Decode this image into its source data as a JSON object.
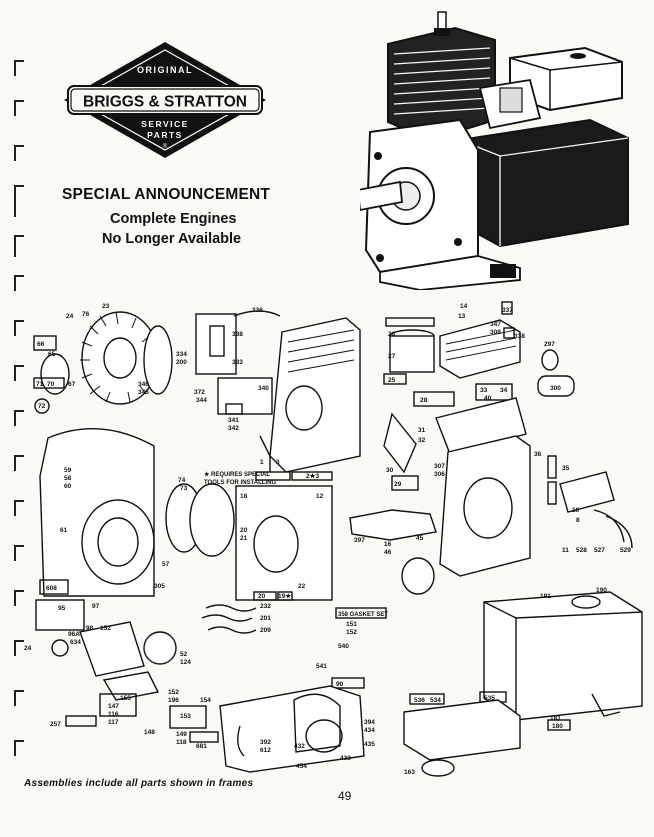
{
  "logo": {
    "top_text": "ORIGINAL",
    "brand": "BRIGGS & STRATTON",
    "line1": "SERVICE",
    "line2": "PARTS",
    "mark": "®"
  },
  "announcement": {
    "title": "SPECIAL ANNOUNCEMENT",
    "line1": "Complete Engines",
    "line2": "No Longer Available"
  },
  "diagram_labels": {
    "requires_note_1": "★ REQUIRES SPECIAL",
    "requires_note_2": "TOOLS FOR INSTALLING",
    "gasket_set": "358 GASKET SET",
    "parts": {
      "p24": "24",
      "p76": "76",
      "p23": "23",
      "p66": "66",
      "p65": "65",
      "p71": "71",
      "p70": "70",
      "p67": "67",
      "p72": "72",
      "p346": "346",
      "p345": "345",
      "p336": "336",
      "p338": "338",
      "p334": "334",
      "p200": "200",
      "p333": "333",
      "p372": "372",
      "p344": "344",
      "p342": "342",
      "p340": "340",
      "p341": "341",
      "p1": "1",
      "p3": "3",
      "p2x3": "2★3",
      "p14": "14",
      "p13": "13",
      "p337": "337",
      "p347": "347",
      "p308": "308",
      "p338b": "338",
      "p297": "297",
      "p26": "26",
      "p27": "27",
      "p25": "25",
      "p28": "28",
      "p33": "33",
      "p34": "34",
      "p40": "40",
      "p300": "300",
      "p31": "31",
      "p32": "32",
      "p30": "30",
      "p29": "29",
      "p307": "307",
      "p306": "306",
      "p36": "36",
      "p35": "35",
      "p10": "10",
      "p8": "8",
      "p59": "59",
      "p58": "58",
      "p60": "60",
      "p74": "74",
      "p73": "73",
      "p61": "61",
      "p57": "57",
      "p608": "608",
      "p305": "305",
      "p18": "18",
      "p12": "12",
      "p20": "20",
      "p21": "21",
      "p19x": "19★",
      "p22": "22",
      "p397": "397",
      "p16": "16",
      "p46": "46",
      "p45": "45",
      "p11": "11",
      "p528": "528",
      "p527": "527",
      "p529": "529",
      "p191": "191",
      "p190": "190",
      "p95": "95",
      "p97": "97",
      "p98": "98",
      "p152": "152",
      "p96A": "96A",
      "p634": "634",
      "p232": "232",
      "p201": "201",
      "p209": "209",
      "p151": "151",
      "p152b": "152",
      "p540": "540",
      "p541": "541",
      "p52": "52",
      "p124": "124",
      "p155": "155",
      "p147": "147",
      "p116": "116",
      "p117": "117",
      "p148": "148",
      "p196": "196",
      "p154": "154",
      "p153": "153",
      "p149": "149",
      "p118": "118",
      "p257": "257",
      "p681": "681",
      "p90": "90",
      "p394": "394",
      "p434": "434",
      "p435": "435",
      "p433": "433",
      "p392": "392",
      "p612": "612",
      "p432": "432",
      "p454": "454",
      "p536": "536",
      "p534": "534",
      "p535": "535",
      "p163": "163",
      "p181": "181",
      "p180": "180"
    }
  },
  "footer": {
    "note": "Assemblies include all parts shown in frames",
    "page_number": "49"
  }
}
